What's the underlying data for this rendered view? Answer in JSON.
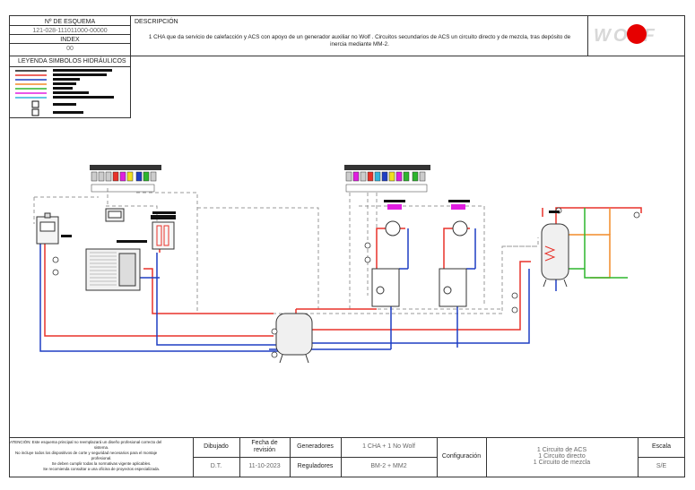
{
  "header": {
    "scheme_number_label": "Nº DE ESQUEMA",
    "scheme_number": "121-028-111011000-00000",
    "index_label": "INDEX",
    "index_value": "00",
    "description_label": "DESCRIPCIÓN",
    "description_line1": "1 CHA que da servicio de  calefacción y ACS con  apoyo de un generador auxiliar no Wolf . Circuitos secundarios de ACS  un circuito  directo y de mezcla, tras depósito de",
    "description_line2": "inercia mediante MM-2.",
    "logo_text": "WOLF"
  },
  "legend": {
    "title": "LEYENDA SIMBOLOS HIDRÁULICOS",
    "colors": {
      "red": "#e8322a",
      "blue": "#1f3fc4",
      "orange": "#f28c28",
      "green": "#2db52d",
      "magenta": "#e01ee0",
      "cyan": "#32b4dc",
      "dark": "#111111"
    }
  },
  "footer": {
    "attention_1": "ATENCIÓN: Este esquema principal no reemplazará un diseño profesional correcto del",
    "attention_2": "sistema.",
    "attention_3": "No incluye todos los dispositivos de corte y seguridad necesarios para el montaje",
    "attention_4": "profesional.",
    "attention_5": "Se deben cumplir todas la normativas vigente aplicables.",
    "attention_6": "Se recomienda consultar a una oficina de proyectos especializada.",
    "drawn_label": "Dibujado",
    "drawn_value": "D.T.",
    "revision_label_1": "Fecha de",
    "revision_label_2": "revisión",
    "revision_value": "11-10-2023",
    "generators_label": "Generadores",
    "generators_value": "1 CHA + 1 No Wolf",
    "regulators_label": "Reguladores",
    "regulators_value": "BM-2 + MM2",
    "configuration_label": "Configuración",
    "configuration_line1": "1 Circuito de ACS",
    "configuration_line2": "1 Circuito directo",
    "configuration_line3": "1 Circuito de mezcla",
    "scale_label": "Escala",
    "scale_value": "S/E"
  }
}
